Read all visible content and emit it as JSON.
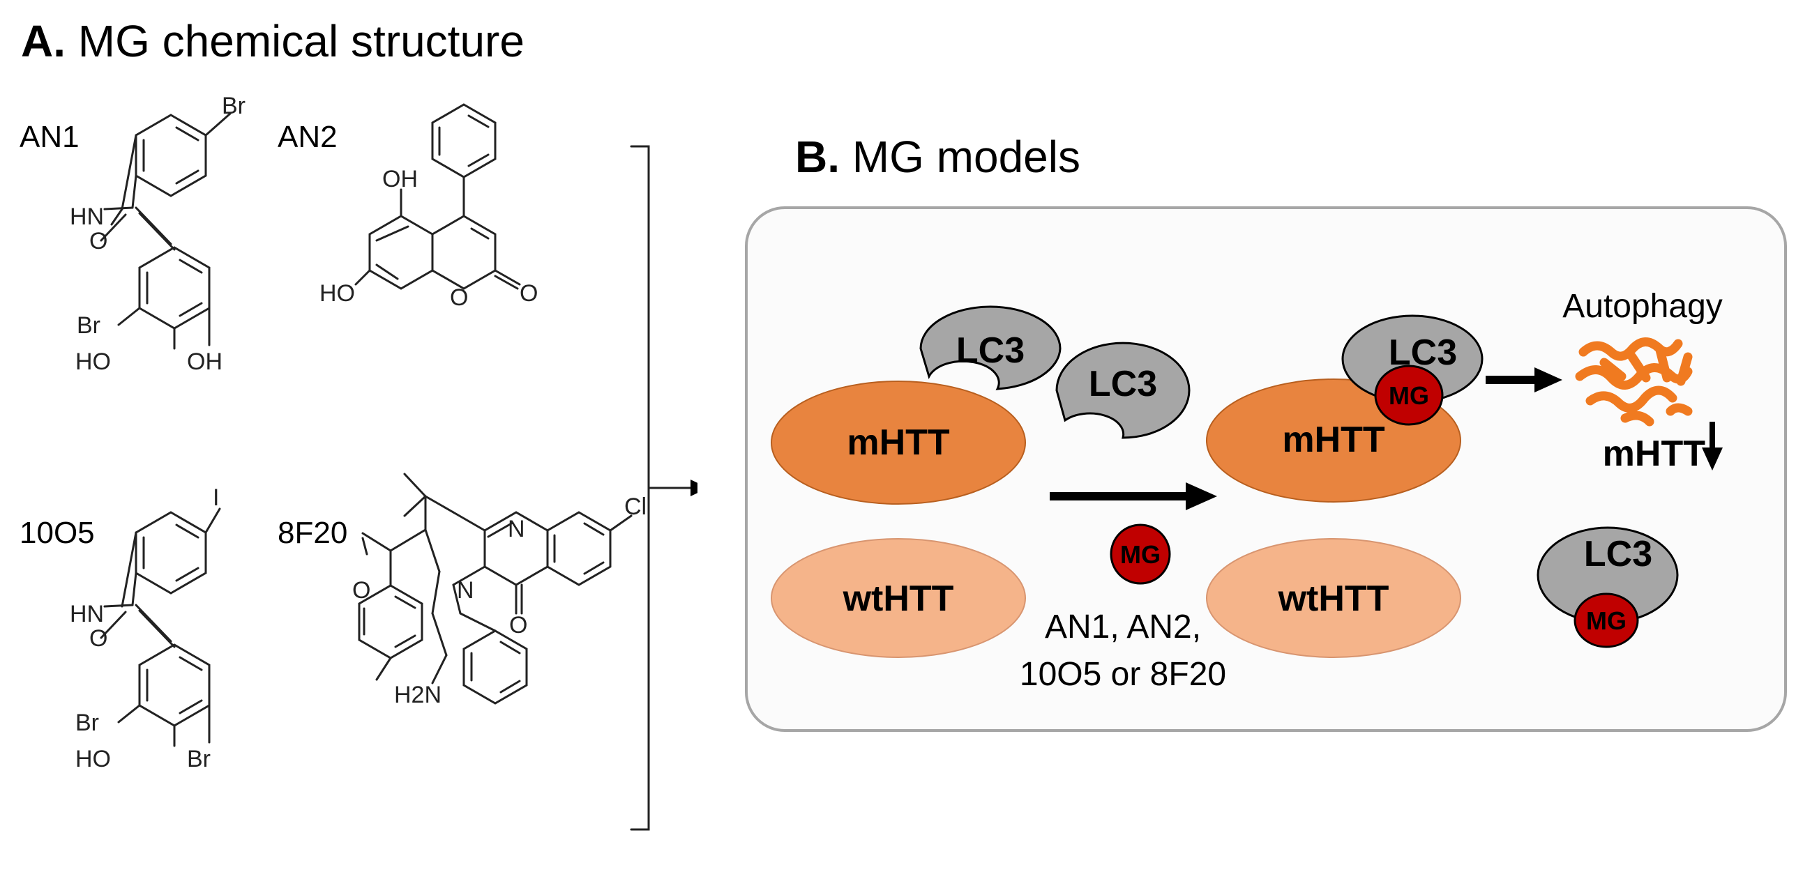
{
  "panel_a": {
    "letter": "A.",
    "title": "MG chemical structure",
    "compounds": [
      {
        "name": "AN1",
        "atoms": [
          "Br",
          "HN",
          "O",
          "Br",
          "HO",
          "OH"
        ]
      },
      {
        "name": "AN2",
        "atoms": [
          "OH",
          "HO",
          "O",
          "O"
        ]
      },
      {
        "name": "10O5",
        "atoms": [
          "I",
          "HN",
          "O",
          "Br",
          "HO",
          "Br"
        ]
      },
      {
        "name": "8F20",
        "atoms": [
          "Cl",
          "N",
          "N",
          "O",
          "O",
          "H2N"
        ]
      }
    ]
  },
  "panel_b": {
    "letter": "B.",
    "title": "MG models",
    "lc3": "LC3",
    "mg": "MG",
    "mhtt": "mHTT",
    "wthtt": "wtHTT",
    "autophagy": "Autophagy",
    "mhtt_down": "mHTT",
    "compound_line1": "AN1, AN2,",
    "compound_line2": "10O5 or 8F20"
  },
  "colors": {
    "mhtt": "#e8843f",
    "wthtt": "#f5b48a",
    "lc3": "#a6a6a6",
    "mg": "#c00000",
    "aggregate": "#f07a20",
    "box_border": "#a6a6a6"
  }
}
